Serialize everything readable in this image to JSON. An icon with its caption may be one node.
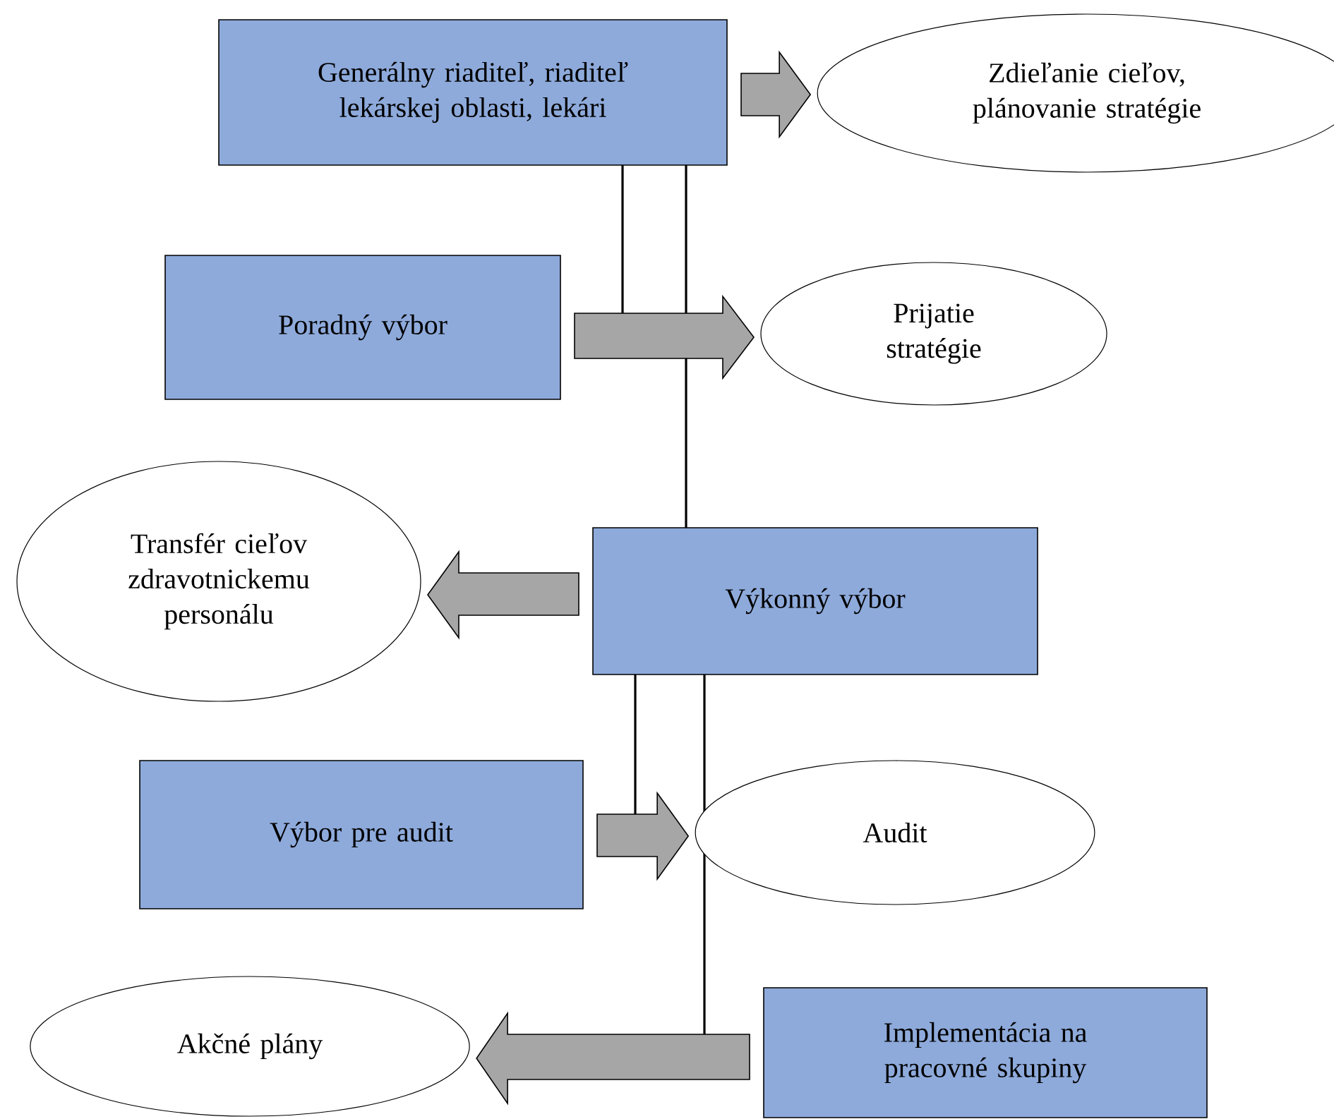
{
  "diagram": {
    "nodes": [
      {
        "text": [
          "Generálny riaditeľ, riaditeľ lekárskej oblasti, lekári"
        ]
      },
      {
        "text": [
          "Zdieľanie cieľov, plánovanie stratégie"
        ]
      },
      {
        "text": [
          "Poradný výbor"
        ]
      },
      {
        "text": [
          "Prijatie stratégie"
        ]
      },
      {
        "text": [
          "Transfér cieľov zdravotnickemu personálu"
        ]
      },
      {
        "text": [
          "Výkonný výbor"
        ]
      },
      {
        "text": [
          "Výbor pre audit"
        ]
      },
      {
        "text": [
          "Audit"
        ]
      },
      {
        "text": [
          "Akčné plány"
        ]
      },
      {
        "text": [
          "Implementácia na pracovné skupiny"
        ]
      }
    ],
    "edges": [
      {
        "from": 0,
        "to": 1,
        "arrow": "to"
      },
      {
        "from": 0,
        "to": 5,
        "arrow": "none"
      },
      {
        "from": 2,
        "to": 3,
        "arrow": "to"
      },
      {
        "from": 5,
        "to": 4,
        "arrow": "to"
      },
      {
        "from": 6,
        "to": 7,
        "arrow": "to"
      },
      {
        "from": 9,
        "to": 8,
        "arrow": "to"
      }
    ]
  }
}
